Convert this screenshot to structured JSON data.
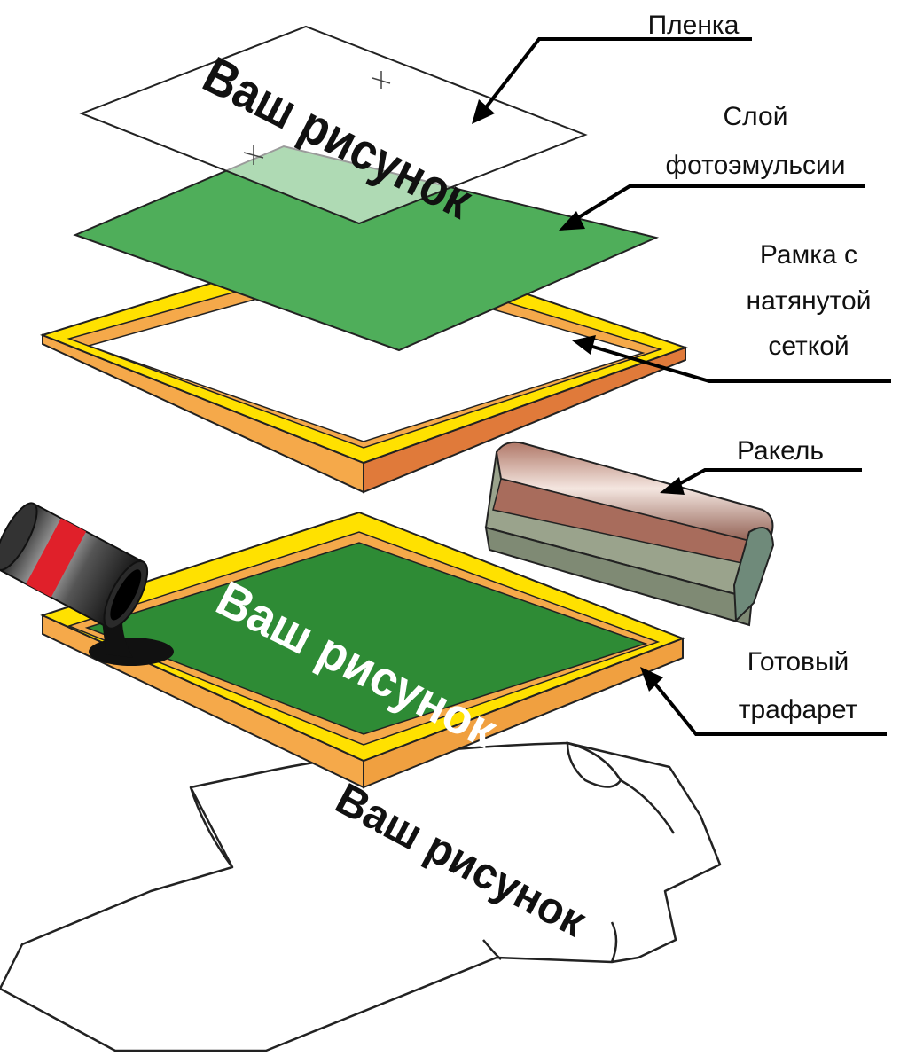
{
  "artwork_text": "Ваш рисунок",
  "labels": {
    "film": "Пленка",
    "emulsion_line1": "Слой",
    "emulsion_line2": "фотоэмульсии",
    "frame_line1": "Рамка с",
    "frame_line2": "натянутой",
    "frame_line3": "сеткой",
    "squeegee": "Ракель",
    "stencil_line1": "Готовый",
    "stencil_line2": "трафарет"
  },
  "colors": {
    "emulsion_green": "#4fae5a",
    "stencil_green": "#2e8b35",
    "frame_yellow": "#ffe100",
    "frame_orange": "#f5a94a",
    "frame_dark_orange": "#e07a3a",
    "squeegee_body": "#c89a8c",
    "squeegee_blade": "#9aa38c",
    "ink": "#111111",
    "can_band": "#e0202a"
  },
  "icons": [
    "film-sheet-icon",
    "emulsion-layer-icon",
    "mesh-frame-icon",
    "squeegee-icon",
    "ink-can-icon",
    "tshirt-icon"
  ]
}
